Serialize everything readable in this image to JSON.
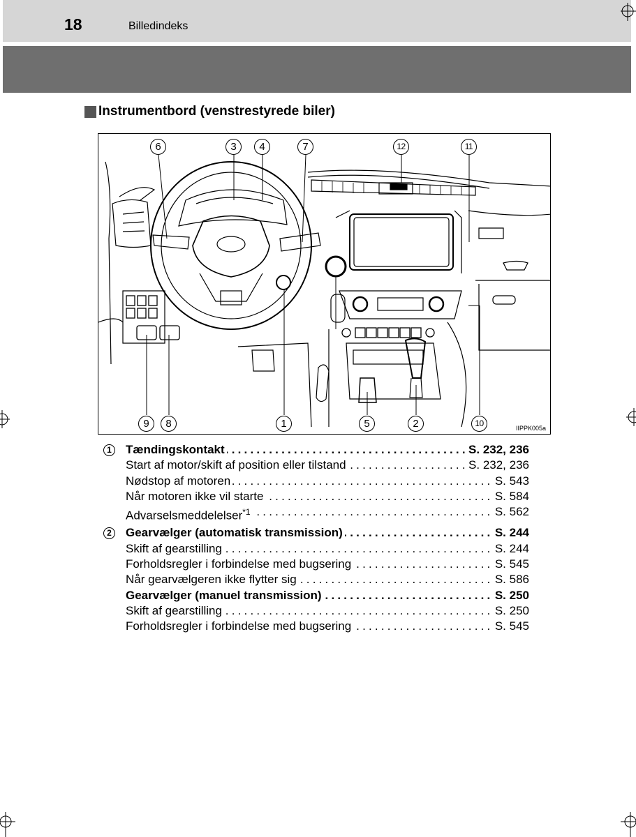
{
  "header": {
    "page_number": "18",
    "chapter": "Billedindeks"
  },
  "section": {
    "title": "Instrumentbord (venstrestyrede biler)"
  },
  "figure": {
    "code": "IIPPK005a",
    "callouts": [
      "1",
      "2",
      "3",
      "4",
      "5",
      "6",
      "7",
      "8",
      "9",
      "10",
      "11",
      "12"
    ]
  },
  "entries": [
    {
      "marker": "1",
      "bold": true,
      "label": "Tændingskontakt",
      "page": "S. 232, 236"
    },
    {
      "marker": "",
      "bold": false,
      "label": "Start af motor/skift af position eller tilstand",
      "page": "S. 232, 236"
    },
    {
      "marker": "",
      "bold": false,
      "label": "Nødstop af motoren",
      "page": "S. 543"
    },
    {
      "marker": "",
      "bold": false,
      "label": "Når motoren ikke vil starte",
      "page": "S. 584"
    },
    {
      "marker": "",
      "bold": false,
      "label": "Advarselsmeddelelser",
      "sup": "*1",
      "page": "S. 562"
    },
    {
      "marker": "2",
      "bold": true,
      "label": "Gearvælger (automatisk transmission)",
      "page": "S. 244",
      "gap": true
    },
    {
      "marker": "",
      "bold": false,
      "label": "Skift af gearstilling",
      "page": "S. 244"
    },
    {
      "marker": "",
      "bold": false,
      "label": "Forholdsregler i forbindelse med bugsering",
      "page": "S. 545"
    },
    {
      "marker": "",
      "bold": false,
      "label": "Når gearvælgeren ikke flytter sig",
      "page": "S. 586"
    },
    {
      "marker": "",
      "bold": true,
      "label": "Gearvælger (manuel transmission)",
      "page": "S. 250"
    },
    {
      "marker": "",
      "bold": false,
      "label": "Skift af gearstilling",
      "page": "S. 250"
    },
    {
      "marker": "",
      "bold": false,
      "label": "Forholdsregler i forbindelse med bugsering",
      "page": "S. 545"
    }
  ]
}
